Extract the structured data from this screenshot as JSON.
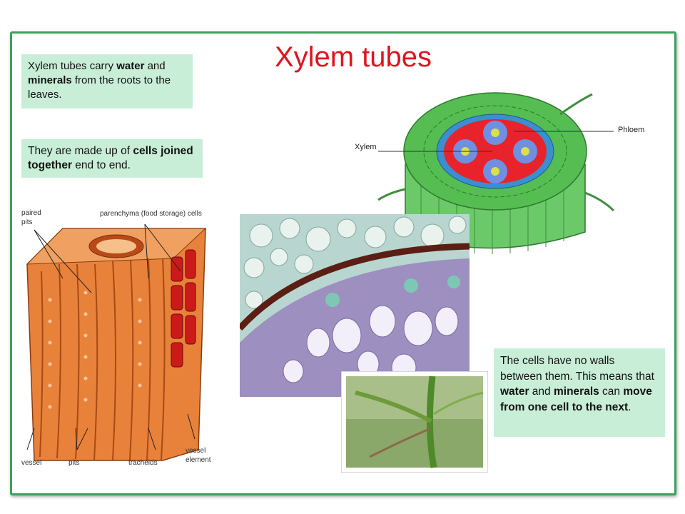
{
  "title": "Xylem tubes",
  "note1": {
    "t1": "Xylem tubes carry ",
    "b1": "water",
    "t2": " and ",
    "b2": "minerals",
    "t3": " from the roots to the leaves."
  },
  "note2": {
    "t1": "They are made up of ",
    "b1": "cells joined together",
    "t2": " end to end."
  },
  "note3": {
    "t1": "The cells have no walls between them. This means that ",
    "b1": "water",
    "t2": " and ",
    "b2": "minerals",
    "t3": " can ",
    "b3": "move from one cell to the next",
    "t4": "."
  },
  "stem_diagram": {
    "xylem_label": "Xylem",
    "phloem_label": "Phloem"
  },
  "vessel_diagram": {
    "paired_pits": "paired\npits",
    "parenchyma": "parenchyma (food storage) cells",
    "vessel": "vessel",
    "pits": "pits",
    "tracheids": "tracheids",
    "vessel_element": "vessel\nelement"
  }
}
